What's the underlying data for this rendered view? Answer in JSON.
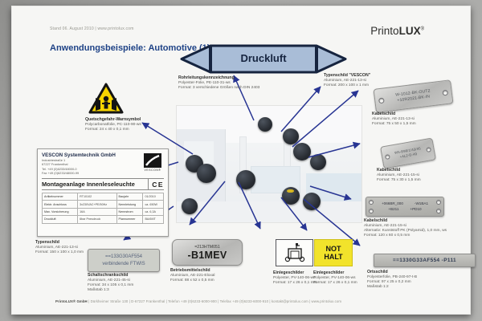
{
  "colors": {
    "title_blue": "#1e4286",
    "arrow_blue": "#283593",
    "pipe_fill": "#a9bdd7",
    "pipe_border": "#16243f",
    "warning_yellow": "#f7d500",
    "nothalt_yellow": "#f2e32b"
  },
  "header": {
    "stand": "Stand 06. August 2010  |  www.printolux.com",
    "title": "Anwendungsbeispiele: Automotive (1)",
    "brand_regular": "Printo",
    "brand_bold": "LUX",
    "brand_reg": "®"
  },
  "pipe_sign": {
    "label": "Druckluft"
  },
  "captions": {
    "rohr": {
      "title": "Rohrleitungskennzeichnung",
      "lines": [
        "Polyester-Folie, PE-110-31-ws",
        "Format: 3 verschiedene Größen nach DIN 2403"
      ]
    },
    "vescon_typ": {
      "title": "Typenschild \"VESCON\"",
      "lines": [
        "Aluminium, AE-221-13-si",
        "Format: 200 x 100 x 1 mm"
      ]
    },
    "kabel1": {
      "title": "Kabelschild",
      "lines": [
        "Aluminium, AE-221-13-si",
        "Format: 75 x 50 x 1,5 mm"
      ]
    },
    "kabel2": {
      "title": "Kabelschild",
      "lines": [
        "Aluminium, AE-221-15-si",
        "Format: 75 x 30 x 1,5 mm"
      ]
    },
    "kabel3": {
      "title": "Kabelschild",
      "lines": [
        "Aluminium, AE-221-15-si",
        "Alternativ: Kunststoff PK (Polyamid), 1,0 mm, ws",
        "Format: 120 x 60 x 0,5 mm"
      ]
    },
    "orts": {
      "title": "Ortsschild",
      "lines": [
        "Polyesterfolie, PB-240-97-t-B",
        "Format: 97 x 25 x 0,2 mm",
        "Maßstab 1:2"
      ]
    },
    "warn": {
      "title": "Quetschgefahr-Warnsymbol",
      "lines": [
        "Polycarbonatfolie, PC-110-90-ws",
        "Format: 24 x 40 x 0,1 mm"
      ]
    },
    "typen": {
      "title": "Typenschild",
      "lines": [
        "Aluminium, AE-221-13-si",
        "Format: 150 x 100 x 1,0 mm"
      ]
    },
    "schalt": {
      "title": "Schaltschrankschild",
      "lines": [
        "Aluminium, AE-221-45-si",
        "Format: 34 x 105 x 0,1 mm",
        "Maßstab 1:3"
      ]
    },
    "betrieb": {
      "title": "Betriebsmittelschild",
      "lines": [
        "Aluminium, AE-221-Eloxal",
        "Format: 88 x 52 x 0,5 mm"
      ]
    },
    "einlege1": {
      "title": "Einlegeschilder",
      "lines": [
        "Polyester, PV-140-06-ws",
        "Format: 17 x 26 x 0,1 mm"
      ]
    },
    "einlege2": {
      "title": "Einlegeschilder",
      "lines": [
        "Polyester, PV-140-06-ws",
        "Format: 17 x 26 x 0,1 mm"
      ]
    }
  },
  "tags": {
    "kabel_tag1": {
      "line1": "W-1012-BK-OUT2",
      "line2": "+10R2021-BK-IN"
    },
    "kabel_tag2": {
      "line1": "W5-B96/1/43/45",
      "line2": "+4L2-D-49"
    },
    "kabel_tag3": {
      "r1c1": "+066BR_000",
      "r1c2": "-W1BA1",
      "r2c1": "+B211",
      "r2c2": "+PD10"
    },
    "orts_tag": {
      "text": "==1330G33AF554 -P111"
    },
    "schalt_tag": {
      "line1": "==133G30AF554",
      "line2": "verbindende FTWIS"
    },
    "b1mev_tag": {
      "line1": "=213HTM051",
      "line2": "-B1MEV"
    },
    "nothalt": {
      "line1": "NOT",
      "line2": "HALT"
    }
  },
  "vescon": {
    "company": "VESCON Systemtechnik GmbH",
    "addr1": "Industriestraße 1",
    "addr2": "67227 Frankenthal",
    "tel": "Tel. +49 (0)6233/48000-0",
    "fax": "Fax +49 (0)6233/48000-99",
    "logo_text": "VESCON®",
    "plate_title": "Montageanlage Innenleseleuchte",
    "ce": "CE",
    "table": [
      [
        "Artikelnummer",
        "RT10102",
        "Baujahr",
        "01/2010"
      ],
      [
        "Elektr. Anschluss",
        "3x230VAC+PE/50Hz",
        "Nennleistung",
        "ca. 650W"
      ],
      [
        "Max. Vorsicherung",
        "16A",
        "Nennstrom",
        "ca. 6,3A"
      ],
      [
        "Druckluft",
        "6bar Pneudruck",
        "Plannummer",
        "BA/6MT"
      ]
    ]
  },
  "footer": {
    "brand": "PrintoLUX® GmbH",
    "rest": "  |  Dürkheimer Straße 130  |  D-67227 Frankenthal  |  Telefon +49 (0)6233-6000-900  |  Telefax +49 (0)6233-6000-910  |  kontakt@printolux.com  |  www.printolux.com"
  }
}
